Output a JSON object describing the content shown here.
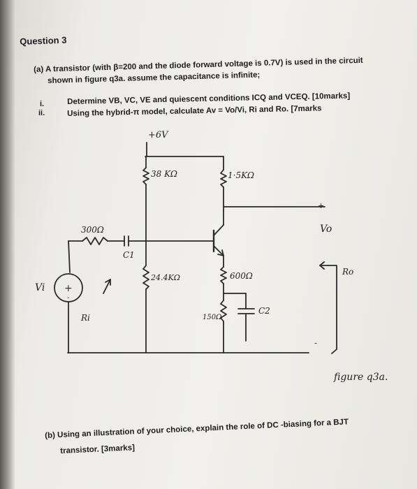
{
  "question": {
    "title": "Question 3",
    "part_a_line1": "(a) A transistor (with β=200 and the diode forward voltage is 0.7V) is used in the circuit",
    "part_a_line2": "shown in figure q3a. assume the capacitance is infinite;",
    "sub_i_num": "i.",
    "sub_i_text": "Determine VB, VC, VE and quiescent conditions ICQ and VCEQ. [10marks]",
    "sub_ii_num": "ii.",
    "sub_ii_text": "Using the hybrid-π model, calculate Av = Vo/Vi, Ri and Ro. [7marks",
    "part_b_line1": "(b) Using an illustration of your choice, explain the role of DC -biasing for a BJT",
    "part_b_line2": "transistor. [3marks]"
  },
  "circuit": {
    "supply": "+6V",
    "r_b1": "38 KΩ",
    "r_c": "1·5KΩ",
    "r_source": "300Ω",
    "cap_1": "C1",
    "r_b2": "24.4KΩ",
    "r_e1": "600Ω",
    "r_e2": "150Ω",
    "cap_2": "C2",
    "v_in": "Vi",
    "r_in": "Ri",
    "v_out": "Vo",
    "r_out": "Ro",
    "out_plus": "+",
    "out_minus": "-",
    "caption": "figure q3a."
  },
  "colors": {
    "paper": "#f1f0ec",
    "ink": "#1c1c1c",
    "pencil": "#333333"
  }
}
